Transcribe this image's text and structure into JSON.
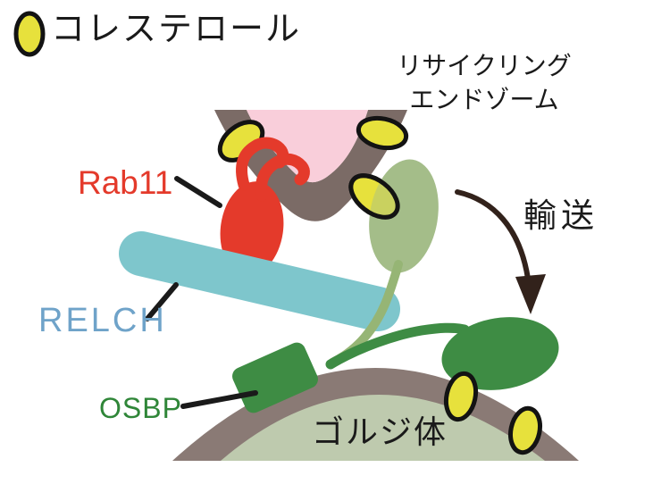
{
  "legend": {
    "cholesterol_label": "コレステロール"
  },
  "labels": {
    "recycling_endosome_line1": "リサイクリング",
    "recycling_endosome_line2": "エンドゾーム",
    "rab11": "Rab11",
    "relch": "RELCH",
    "osbp": "OSBP",
    "transport": "輸送",
    "golgi": "ゴルジ体"
  },
  "colors": {
    "cholesterol_yellow": "#E7E13C",
    "outline_black": "#131313",
    "rab11_red": "#E43A2B",
    "relch_rod_blue": "#7EC6CC",
    "relch_text_blue": "#6FA3C9",
    "osbp_green": "#3E8C44",
    "osbp_text_green": "#2F8638",
    "endosome_lumen_pink": "#F9CEDA",
    "endosome_membrane_gray": "#7B6B66",
    "golgi_outer_gray": "#8A7A75",
    "golgi_inner_green": "#BECAAE",
    "pale_green": "#A4BD89",
    "pale_green_stalk": "#96B575",
    "arrow_dark": "#32221B",
    "pointer_line_black": "#1A1A1A",
    "text_black": "#1A1A1A"
  }
}
